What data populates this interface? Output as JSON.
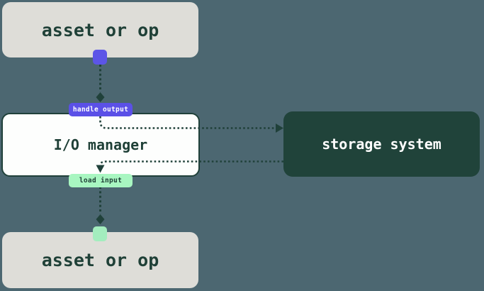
{
  "diagram": {
    "title": "io-manager-flow",
    "nodes": {
      "asset_top": {
        "label": "asset or op"
      },
      "io_manager": {
        "label": "I/O manager"
      },
      "storage_system": {
        "label": "storage system"
      },
      "asset_bottom": {
        "label": "asset or op"
      }
    },
    "edge_labels": {
      "handle_output": "handle output",
      "load_input": "load input"
    },
    "edges": [
      {
        "from": "asset_top",
        "to": "io_manager",
        "via": "handle_output",
        "arrow": "diamond"
      },
      {
        "from": "io_manager",
        "to": "storage_system",
        "arrow": "triangle"
      },
      {
        "from": "storage_system",
        "to": "io_manager",
        "via": "load_input",
        "arrow": "triangle"
      },
      {
        "from": "io_manager",
        "to": "asset_bottom",
        "arrow": "diamond"
      }
    ],
    "colors": {
      "background": "#4C6771",
      "asset_box_bg": "#DEDDD8",
      "io_box_bg": "#FDFEFD",
      "storage_box_bg": "#20433A",
      "dark_green": "#20413A",
      "purple_accent": "#5B50E7",
      "green_accent": "#A8F6C1",
      "text_dark": "#1F4037",
      "text_light": "#FFFFFF"
    }
  }
}
